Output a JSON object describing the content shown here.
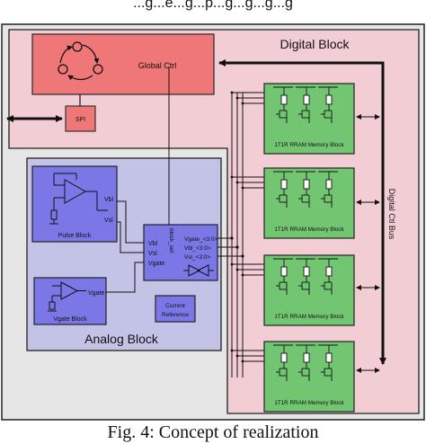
{
  "header_text": "...g...e...g...p...g...g...g...g",
  "caption": "Fig. 4: Concept of realization",
  "digital_block": {
    "title": "Digital Block",
    "global_ctrl": "Global Ctrl",
    "spi": "SPI",
    "bus_label": "Digital Ctl Bus"
  },
  "analog_block": {
    "title": "Analog Block",
    "pulse_block": {
      "label": "Pulse Block",
      "port_vbl": "Vbl",
      "port_vsl": "Vsl"
    },
    "vgate_block": {
      "label": "Vgate Block",
      "port_vgate": "Vgate"
    },
    "current_reference": [
      "Current",
      "Reference"
    ],
    "switch_block": {
      "inputs": [
        "Vbl",
        "Vsl",
        "Vgate"
      ],
      "select_label": "block_sel",
      "outputs": [
        "Vgate_<3:0>",
        "Vbl_<3:0>",
        "Vsl_<3:0>"
      ]
    }
  },
  "memory_blocks": [
    {
      "label": "1T1R RRAM Memory Block"
    },
    {
      "label": "1T1R RRAM Memory Block"
    },
    {
      "label": "1T1R RRAM Memory Block"
    },
    {
      "label": "1T1R RRAM Memory Block"
    }
  ],
  "colors": {
    "digital_fill": "#f2cdd3",
    "analog_fill": "#c3c3e8",
    "sub_block_fill": "#7b77e6",
    "global_ctrl_fill": "#f07777",
    "memory_fill": "#72c672",
    "outer_bg": "#e6e6e6"
  }
}
